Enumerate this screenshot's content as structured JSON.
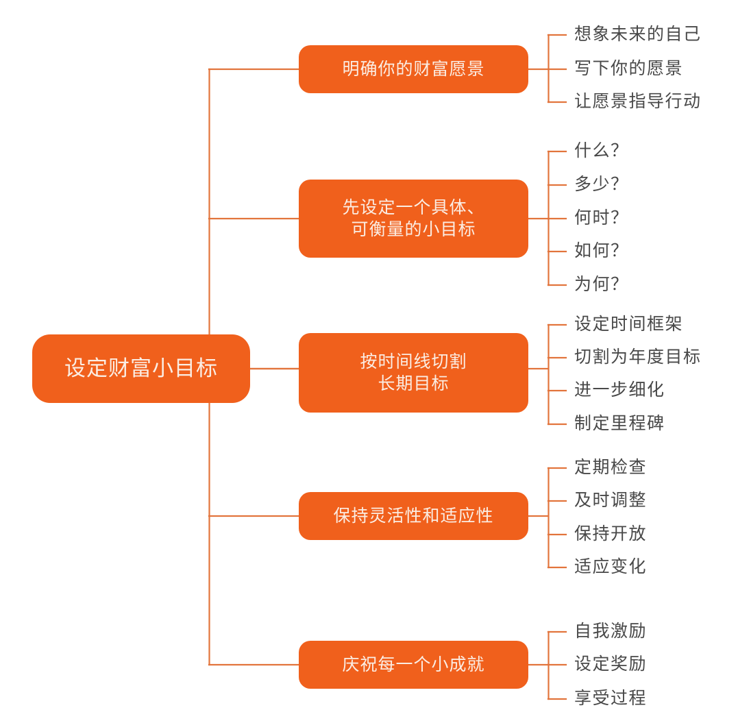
{
  "diagram": {
    "type": "mind-map",
    "title": "设定财富小目标",
    "orientation": "left-to-right",
    "colors": {
      "node_fill": "#F0601C",
      "node_text": "#FBEDE3",
      "connector": "#E2743C",
      "leaf_text": "#484848",
      "background": "#FFFFFF"
    },
    "root": {
      "label": "设定财富小目标"
    },
    "branches": [
      {
        "id": "branch-1",
        "lines": [
          "明确你的财富愿景"
        ],
        "leaves": [
          {
            "label": "想象未来的自己"
          },
          {
            "label": "写下你的愿景"
          },
          {
            "label": "让愿景指导行动"
          }
        ]
      },
      {
        "id": "branch-2",
        "lines": [
          "先设定一个具体、",
          "可衡量的小目标"
        ],
        "leaves": [
          {
            "label": "什么？"
          },
          {
            "label": "多少？"
          },
          {
            "label": "何时？"
          },
          {
            "label": "如何？"
          },
          {
            "label": "为何？"
          }
        ]
      },
      {
        "id": "branch-3",
        "lines": [
          "按时间线切割",
          "长期目标"
        ],
        "leaves": [
          {
            "label": "设定时间框架"
          },
          {
            "label": "切割为年度目标"
          },
          {
            "label": "进一步细化"
          },
          {
            "label": "制定里程碑"
          }
        ]
      },
      {
        "id": "branch-4",
        "lines": [
          "保持灵活性和适应性"
        ],
        "leaves": [
          {
            "label": "定期检查"
          },
          {
            "label": "及时调整"
          },
          {
            "label": "保持开放"
          },
          {
            "label": "适应变化"
          }
        ]
      },
      {
        "id": "branch-5",
        "lines": [
          "庆祝每一个小成就"
        ],
        "leaves": [
          {
            "label": "自我激励"
          },
          {
            "label": "设定奖励"
          },
          {
            "label": "享受过程"
          }
        ]
      }
    ]
  }
}
